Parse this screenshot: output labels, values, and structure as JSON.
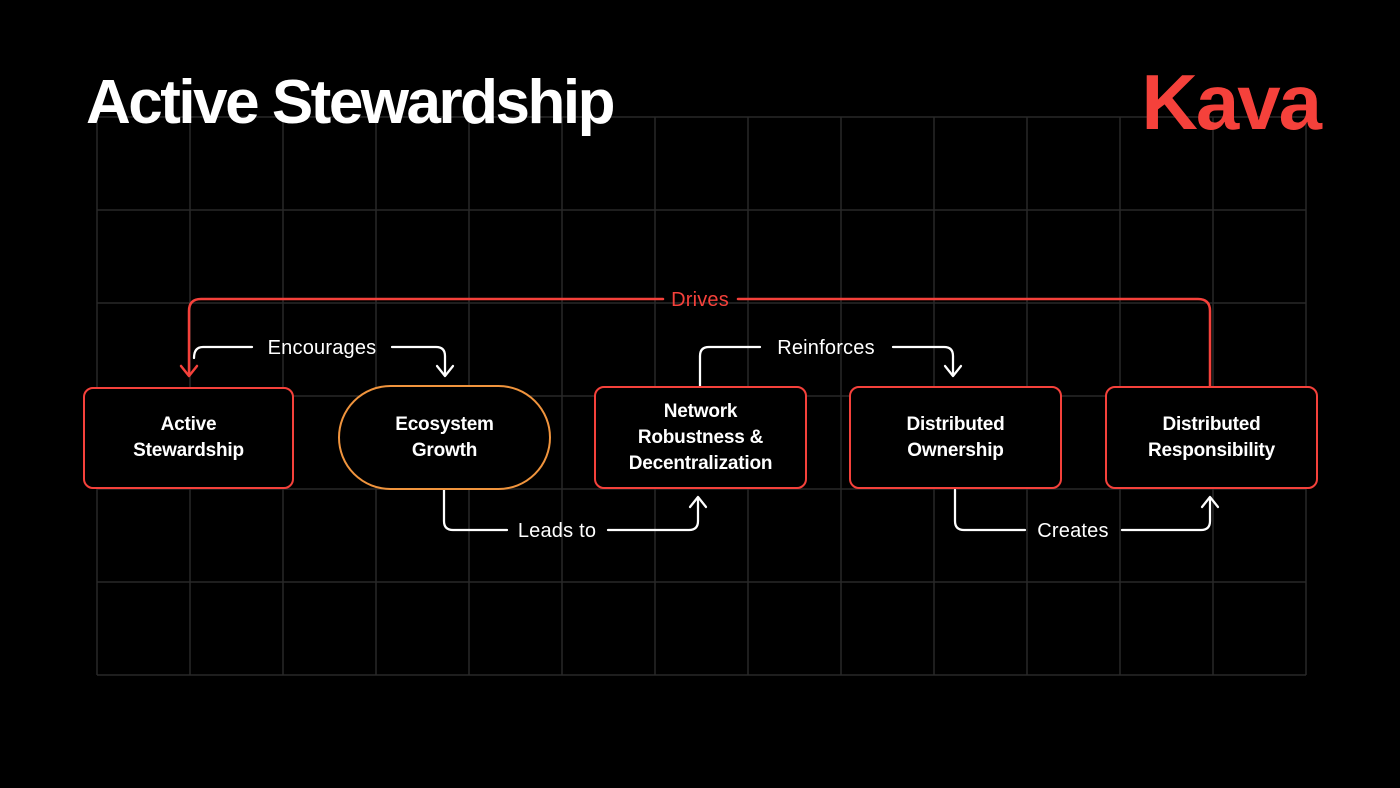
{
  "page": {
    "title": "Active Stewardship",
    "logo_text": "Kava"
  },
  "colors": {
    "background": "#000000",
    "grid": "#282828",
    "white": "#ffffff",
    "red": "#f5413b",
    "orange": "#f0943d"
  },
  "diagram": {
    "nodes": [
      {
        "id": "active-stewardship",
        "label": "Active\nStewardship",
        "shape": "rectangle",
        "border_color": "red"
      },
      {
        "id": "ecosystem-growth",
        "label": "Ecosystem\nGrowth",
        "shape": "stadium",
        "border_color": "orange"
      },
      {
        "id": "network-robustness",
        "label": "Network\nRobustness &\nDecentralization",
        "shape": "rectangle",
        "border_color": "red"
      },
      {
        "id": "distributed-ownership",
        "label": "Distributed\nOwnership",
        "shape": "rectangle",
        "border_color": "red"
      },
      {
        "id": "distributed-responsibility",
        "label": "Distributed\nResponsibility",
        "shape": "rectangle",
        "border_color": "red"
      }
    ],
    "edges": [
      {
        "label": "Encourages",
        "from": "active-stewardship",
        "to": "ecosystem-growth",
        "color": "white",
        "route": "over-top"
      },
      {
        "label": "Leads to",
        "from": "ecosystem-growth",
        "to": "network-robustness",
        "color": "white",
        "route": "under-bottom"
      },
      {
        "label": "Reinforces",
        "from": "network-robustness",
        "to": "distributed-ownership",
        "color": "white",
        "route": "over-top"
      },
      {
        "label": "Creates",
        "from": "distributed-ownership",
        "to": "distributed-responsibility",
        "color": "white",
        "route": "under-bottom"
      },
      {
        "label": "Drives",
        "from": "distributed-responsibility",
        "to": "active-stewardship",
        "color": "red",
        "route": "long-loop-top"
      }
    ]
  }
}
